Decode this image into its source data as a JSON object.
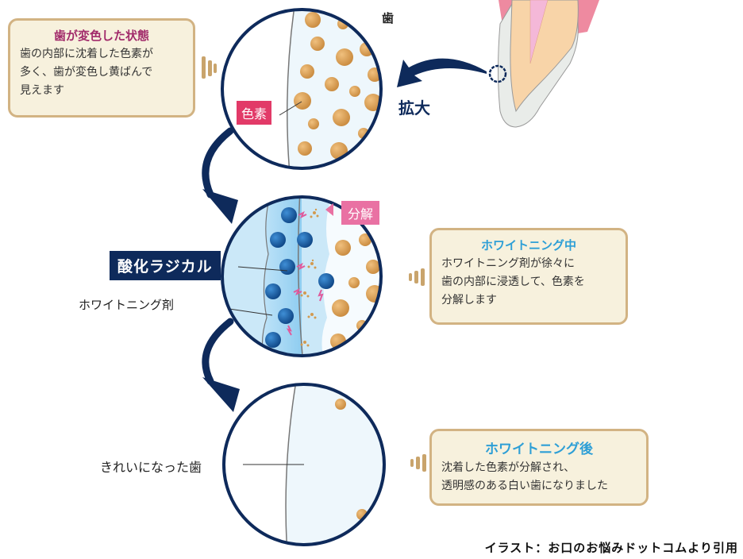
{
  "colors": {
    "navy": "#0e2a5b",
    "pigment": "#d39a4f",
    "radical": "#1e63a8",
    "box_bg": "#f7f1dd",
    "box_border": "#d2b383",
    "title_discolored": "#a12a6a",
    "title_whitening": "#2e9fd6",
    "pigment_tag": "#e23a68",
    "decompose_tag": "#e971a3"
  },
  "stage1": {
    "title": "歯が変色した状態",
    "body_lines": [
      "歯の内部に沈着した色素が",
      "多く、歯が変色し黄ばんで",
      "見えます"
    ],
    "label_tooth": "歯",
    "label_pigment": "色素",
    "label_magnify": "拡大"
  },
  "stage2": {
    "title": "ホワイトニング中",
    "body_lines": [
      "ホワイトニング剤が徐々に",
      "歯の内部に浸透して、色素を",
      "分解します"
    ],
    "label_decompose": "分解",
    "label_radical": "酸化ラジカル",
    "label_agent": "ホワイトニング剤"
  },
  "stage3": {
    "title": "ホワイトニング後",
    "body_lines": [
      "沈着した色素が分解され、",
      "透明感のある白い歯になりました"
    ],
    "label_clean": "きれいになった歯"
  },
  "credit": "イラスト：お口のお悩みドットコムより引用"
}
